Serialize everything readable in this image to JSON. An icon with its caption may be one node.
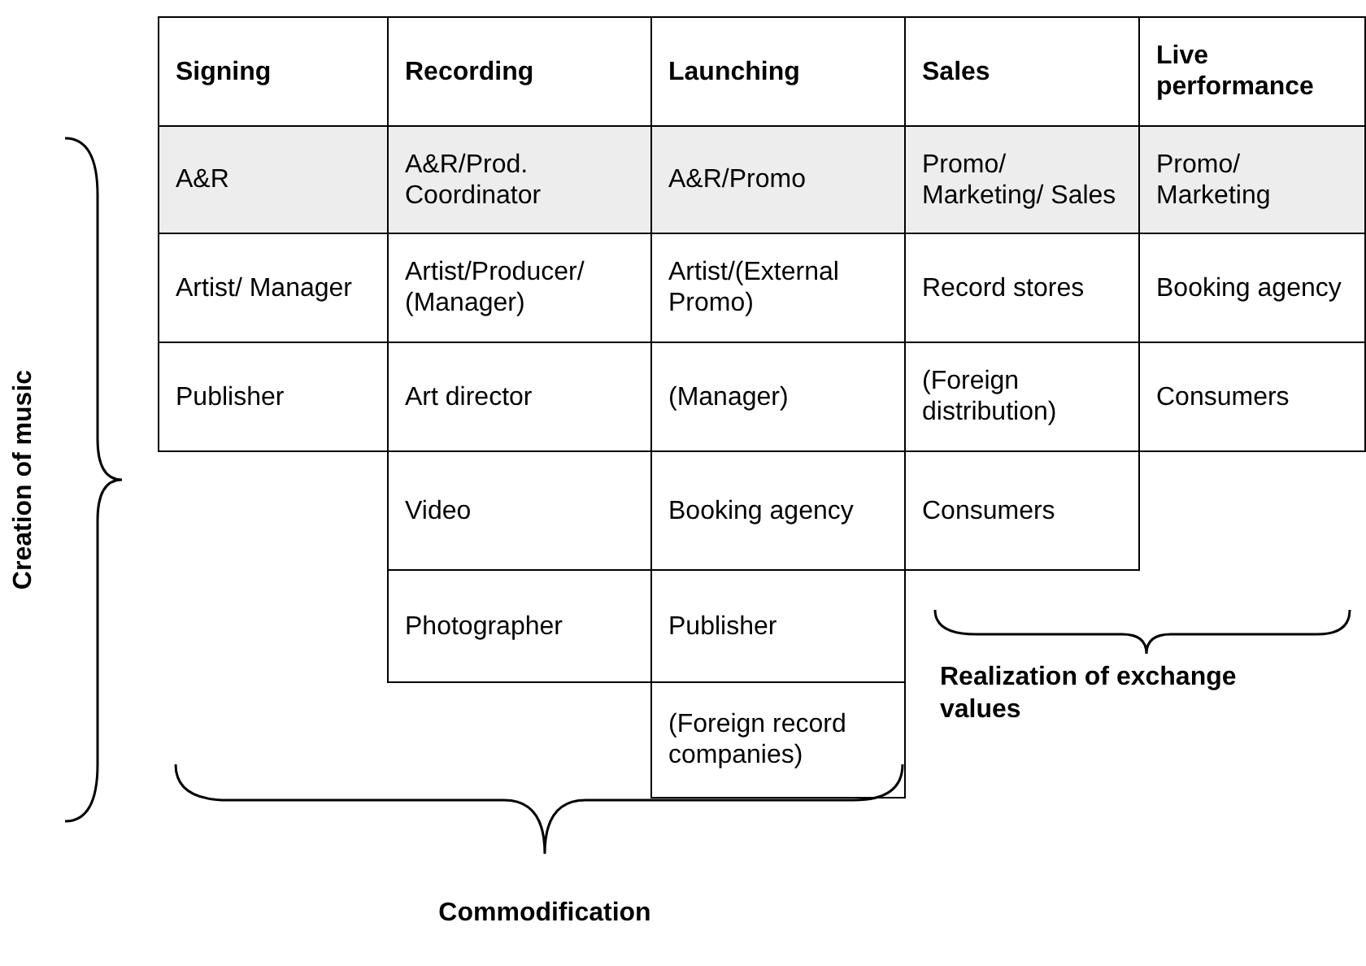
{
  "diagram": {
    "labels": [
      "Signing",
      "Recording",
      "Launching",
      "Sales",
      "Live performance",
      "A&R",
      "A&R/Prod. Coordinator",
      "A&R/Promo",
      "Promo/ Marketing/ Sales",
      "Promo/ Marketing",
      "Artist/ Manager",
      "Artist/Producer/ (Manager)",
      "Artist/(External Promo)",
      "Record stores",
      "Booking agency",
      "Publisher",
      "Art director",
      "(Manager)",
      "(Foreign distribution)",
      "Consumers",
      "Video",
      "Booking agency",
      "Consumers",
      "Photographer",
      "Publisher",
      "(Foreign record companies)",
      "Creation of music",
      "Realization of exchange values",
      "Commodification"
    ]
  }
}
